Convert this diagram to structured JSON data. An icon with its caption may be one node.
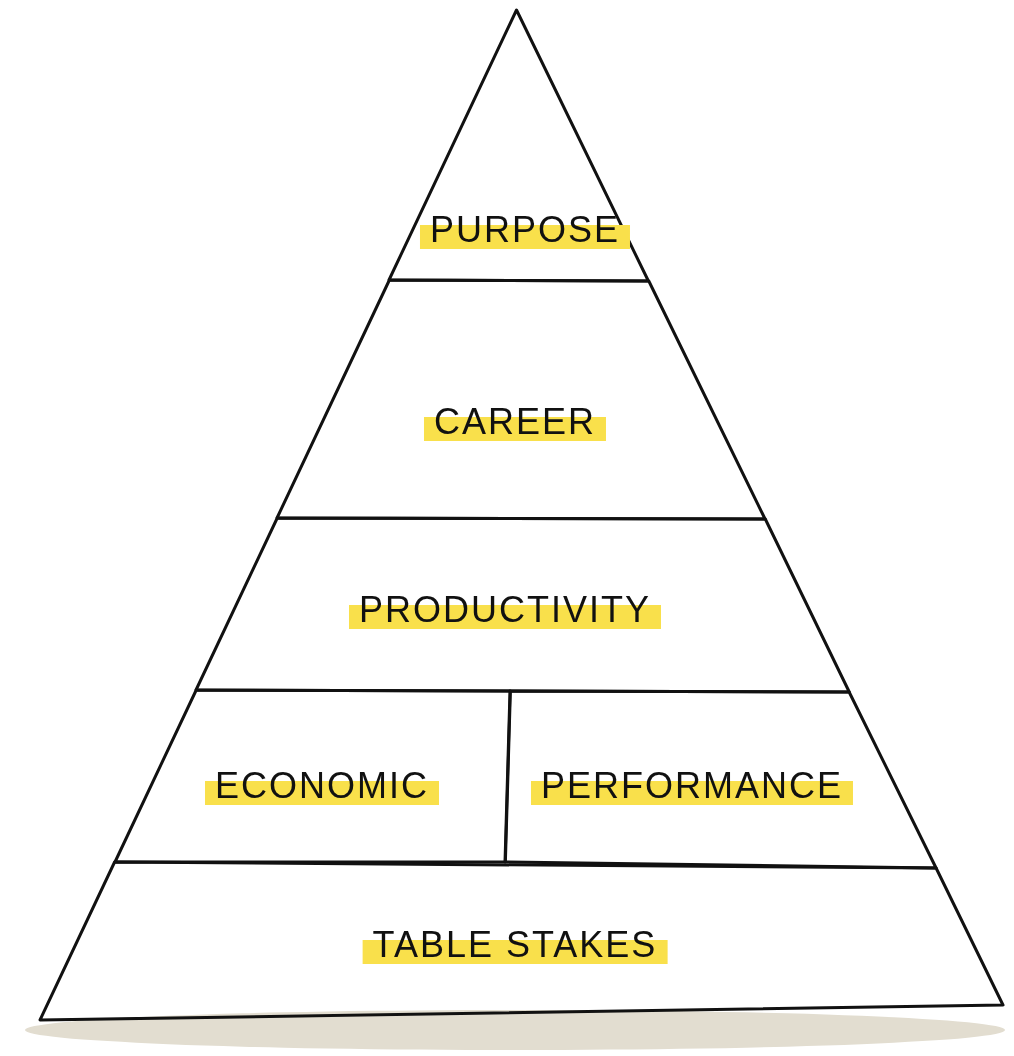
{
  "diagram": {
    "nodes": [
      {
        "text": [
          "PURPOSE"
        ]
      },
      {
        "text": [
          "CAREER"
        ]
      },
      {
        "text": [
          "PRODUCTIVITY"
        ]
      },
      {
        "text": [
          "ECONOMIC"
        ]
      },
      {
        "text": [
          "PERFORMANCE"
        ]
      },
      {
        "text": [
          "TABLE STAKES"
        ]
      }
    ]
  }
}
